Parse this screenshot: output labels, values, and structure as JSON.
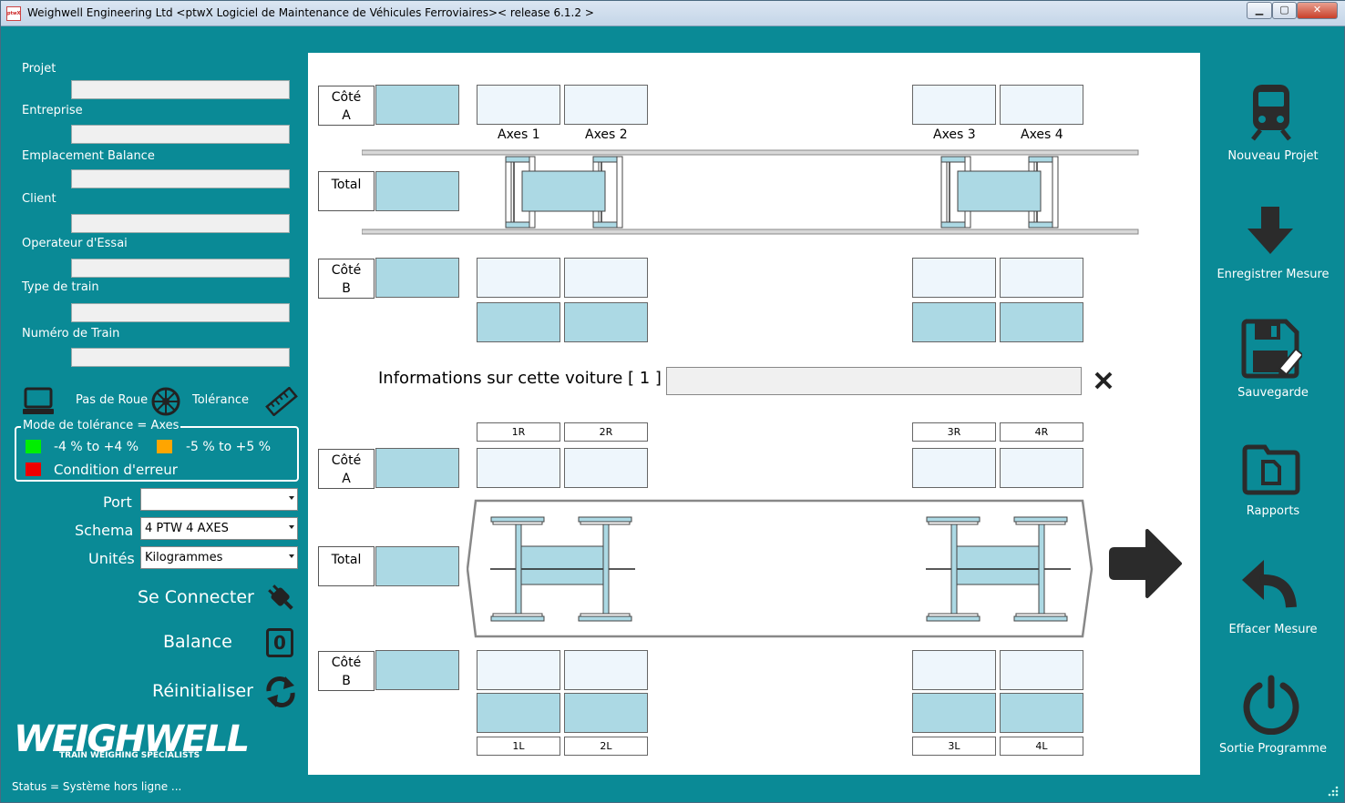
{
  "window": {
    "title": "Weighwell Engineering Ltd <ptwX Logiciel de Maintenance de Véhicules Ferroviaires>< release 6.1.2 >",
    "icon_text": "ptwX",
    "controls": [
      "minimize-icon",
      "maximize-icon",
      "close-icon"
    ]
  },
  "left_panel": {
    "fields": [
      {
        "label": "Projet",
        "value": ""
      },
      {
        "label": "Entreprise",
        "value": ""
      },
      {
        "label": "Emplacement Balance",
        "value": ""
      },
      {
        "label": "Client",
        "value": ""
      },
      {
        "label": "Operateur d'Essai",
        "value": ""
      },
      {
        "label": "Type de train",
        "value": ""
      },
      {
        "label": "Numéro de Train",
        "value": ""
      }
    ],
    "pas_de_roue": "Pas de Roue",
    "tolerance": "Tolérance",
    "tolerance_mode": "Mode de tolérance = Axes",
    "legend": [
      {
        "label": "-4 % to +4 %",
        "color": "#00ee00"
      },
      {
        "label": "-5 % to +5 %",
        "color": "#ffa500"
      },
      {
        "label": "Condition d'erreur",
        "color": "#ee0000"
      }
    ],
    "port": {
      "label": "Port",
      "value": ""
    },
    "schema": {
      "label": "Schema",
      "value": "4 PTW 4 AXES"
    },
    "units": {
      "label": "Unités",
      "value": "Kilogrammes"
    },
    "connect": "Se Connecter",
    "balance": "Balance",
    "balance_count": "0",
    "reset": "Réinitialiser",
    "logo": "WEIGHWELL",
    "logo_tagline": "TRAIN WEIGHING SPECIALISTS",
    "status": "Status = Système hors ligne ..."
  },
  "center": {
    "cote_a": "Côté\nA",
    "cote_a_top": "Côté",
    "cote_a_bottom": "A",
    "total": "Total",
    "cote_b_top": "Côté",
    "cote_b_bottom": "B",
    "axes": [
      "Axes 1",
      "Axes 2",
      "Axes 3",
      "Axes 4"
    ],
    "info_label": "Informations sur cette voiture [ 1 ]",
    "info_value": "",
    "wheels_right": [
      "1R",
      "2R",
      "3R",
      "4R"
    ],
    "wheels_left": [
      "1L",
      "2L",
      "3L",
      "4L"
    ]
  },
  "right_panel": {
    "buttons": [
      {
        "label": "Nouveau Projet",
        "icon": "train-icon"
      },
      {
        "label": "Enregistrer Mesure",
        "icon": "download-arrow-icon"
      },
      {
        "label": "Sauvegarde",
        "icon": "save-icon"
      },
      {
        "label": "Rapports",
        "icon": "folder-icon"
      },
      {
        "label": "Effacer Mesure",
        "icon": "undo-icon"
      },
      {
        "label": "Sortie Programme",
        "icon": "power-icon"
      }
    ]
  }
}
